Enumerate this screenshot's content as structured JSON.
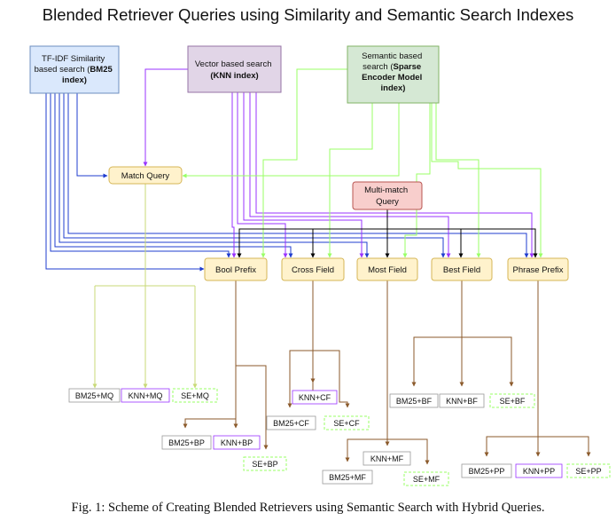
{
  "title": "Blended Retriever Queries using Similarity and Semantic Search Indexes",
  "caption": "Fig. 1: Scheme of Creating Blended Retrievers using Semantic Search with Hybrid Queries.",
  "sources": {
    "bm25": {
      "lines": [
        "TF-IDF Similarity",
        "based search (BM25",
        "index)"
      ],
      "bold_from": "BM25",
      "fill": "#dae8fc",
      "stroke": "#6c8ebf",
      "color": "#1f3ccf"
    },
    "knn": {
      "lines": [
        "Vector based search",
        "(KNN index)"
      ],
      "fill": "#e1d5e7",
      "stroke": "#9673a6",
      "color": "#9933ff"
    },
    "se": {
      "lines": [
        "Semantic based",
        "search (Sparse",
        "Encoder Model",
        "index)"
      ],
      "fill": "#d5e8d4",
      "stroke": "#82b366",
      "color": "#99ff66"
    }
  },
  "match_query": {
    "label": "Match Query",
    "fill": "#fff2cc",
    "stroke": "#d6b656"
  },
  "multi_match": {
    "lines": [
      "Multi-match",
      "Query"
    ],
    "fill": "#f8cecc",
    "stroke": "#b85450"
  },
  "query_types": [
    {
      "label": "Bool Prefix"
    },
    {
      "label": "Cross Field"
    },
    {
      "label": "Most Field"
    },
    {
      "label": "Best Field"
    },
    {
      "label": "Phrase Prefix"
    }
  ],
  "results": {
    "match_query": [
      "BM25+MQ",
      "KNN+MQ",
      "SE+MQ"
    ],
    "bool_prefix": [
      "BM25+BP",
      "KNN+BP",
      "SE+BP"
    ],
    "cross_field": [
      "KNN+CF",
      "BM25+CF",
      "SE+CF"
    ],
    "most_field": [
      "KNN+MF",
      "BM25+MF",
      "SE+MF"
    ],
    "best_field": [
      "BM25+BF",
      "KNN+BF",
      "SE+BF"
    ],
    "phrase_prefix": [
      "BM25+PP",
      "KNN+PP",
      "SE+PP"
    ]
  },
  "colors": {
    "multi_match_arrow": "#000000",
    "result_arrow": "#8b5a2b",
    "match_query_result_arrow": "#c8d977",
    "query_fill": "#fff2cc",
    "query_stroke": "#d6b656"
  }
}
